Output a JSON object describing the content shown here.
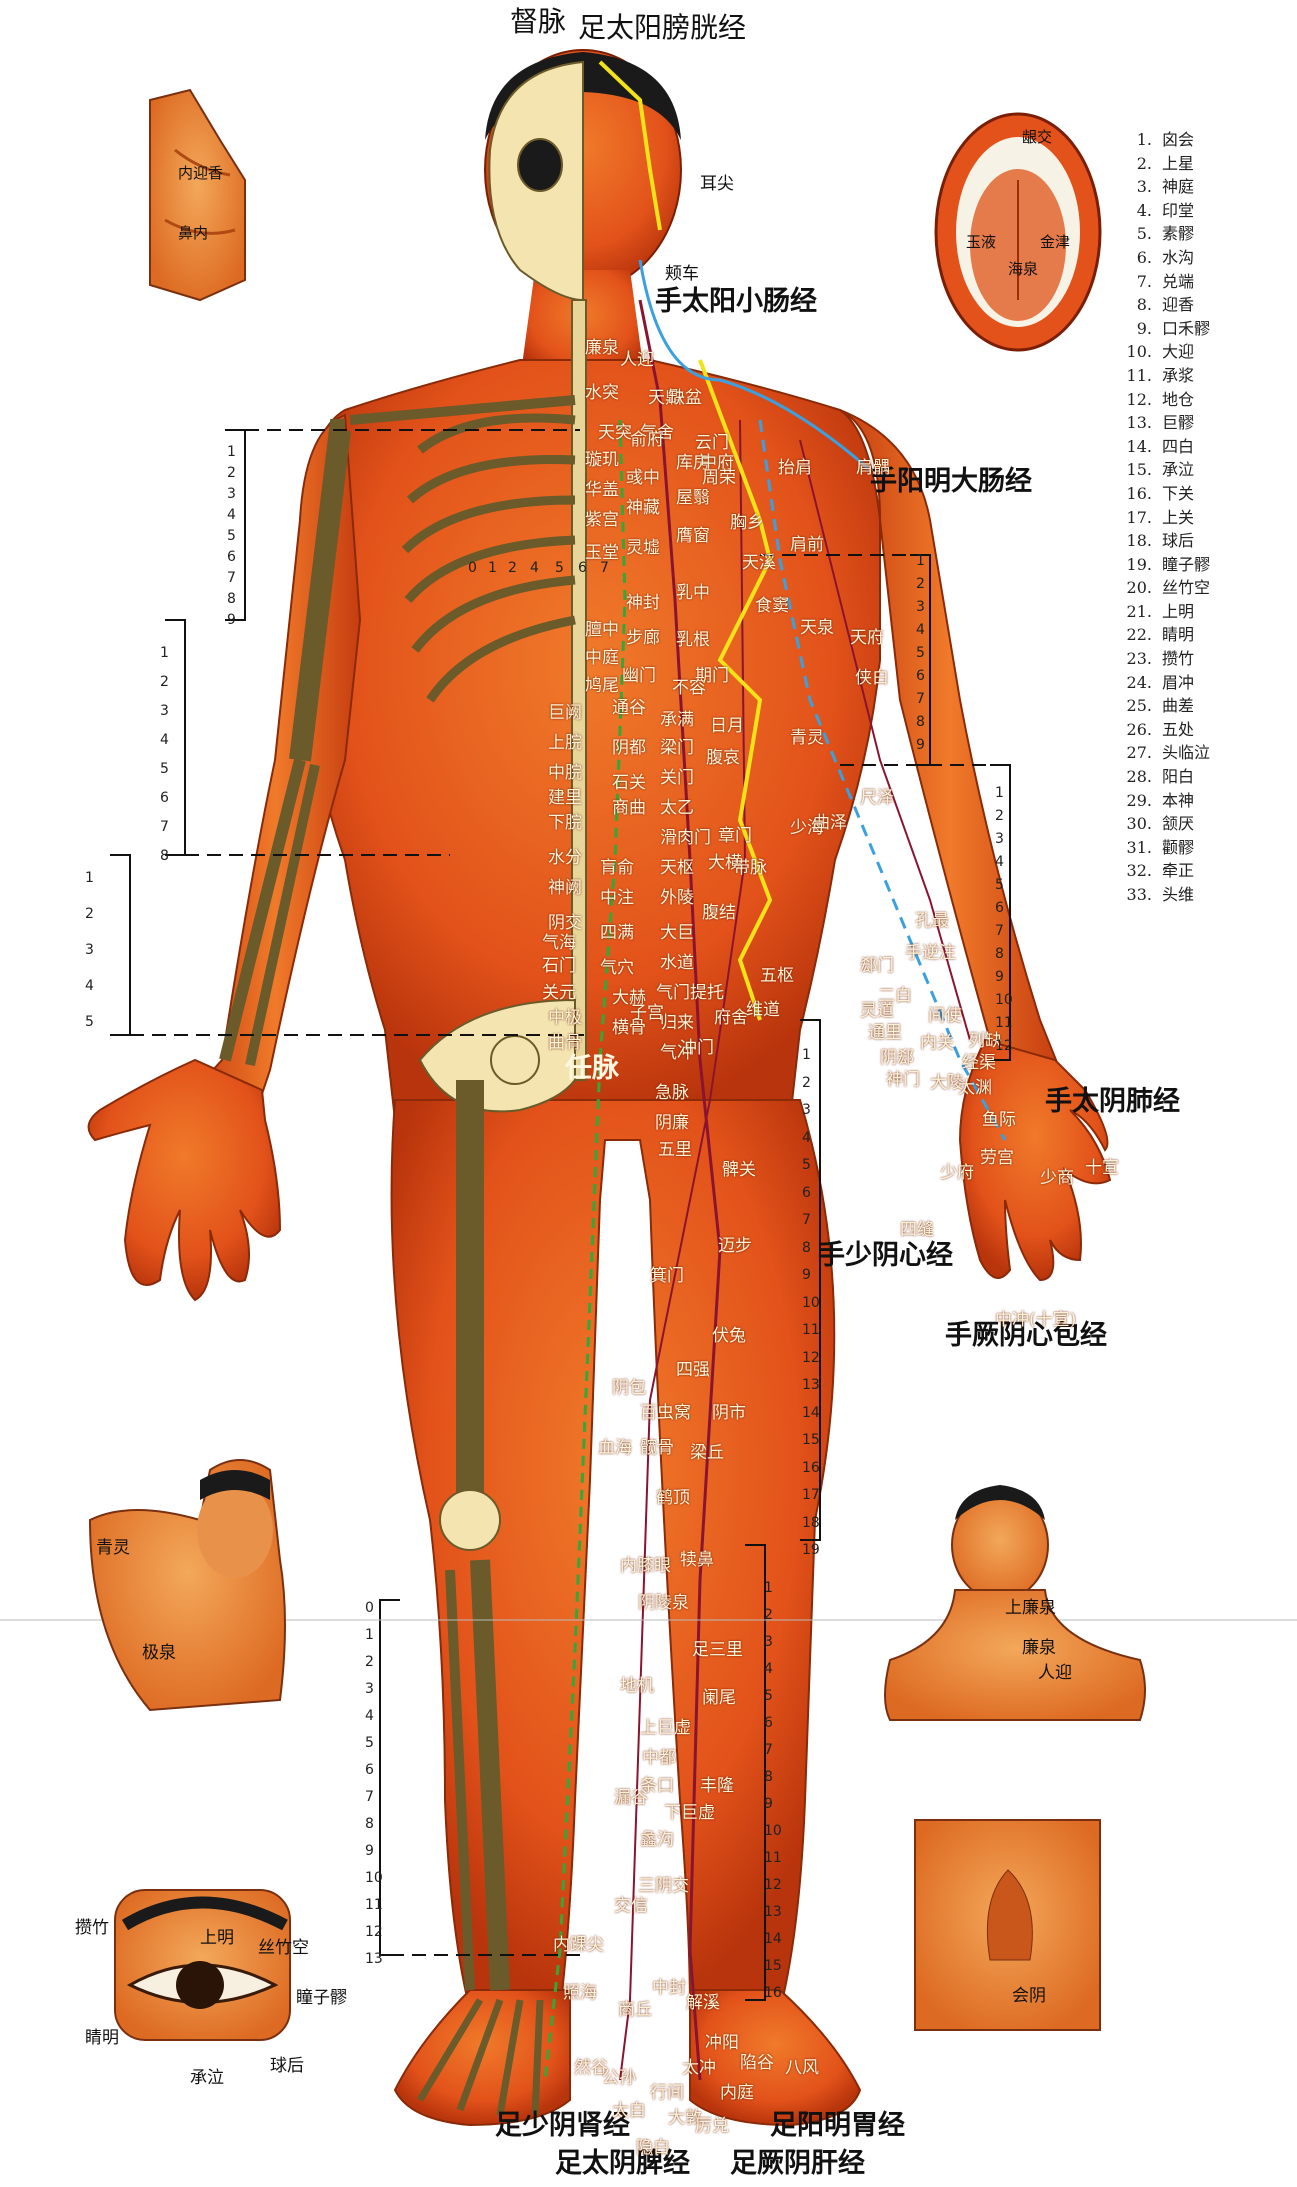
{
  "top_labels": {
    "du": "督脉",
    "bladder": "足太阳膀胱经"
  },
  "meridians": {
    "small_intestine": "手太阳小肠经",
    "large_intestine": "手阳明大肠经",
    "lung": "手太阴肺经",
    "heart": "手少阴心经",
    "pericardium": "手厥阴心包经",
    "ren": "任脉",
    "kidney": "足少阴肾经",
    "stomach": "足阳明胃经",
    "spleen": "足太阴脾经",
    "liver": "足厥阴肝经"
  },
  "legend": [
    "囟会",
    "上星",
    "神庭",
    "印堂",
    "素髎",
    "水沟",
    "兑端",
    "迎香",
    "口禾髎",
    "大迎",
    "承浆",
    "地仓",
    "巨髎",
    "四白",
    "承泣",
    "下关",
    "上关",
    "球后",
    "瞳子髎",
    "丝竹空",
    "上明",
    "睛明",
    "攒竹",
    "眉冲",
    "曲差",
    "五处",
    "头临泣",
    "阳白",
    "本神",
    "颔厌",
    "颧髎",
    "牵正",
    "头维"
  ],
  "face_points": [
    "耳尖",
    "颊车"
  ],
  "inset_points": {
    "nose": [
      "内迎香",
      "鼻内"
    ],
    "mouth": [
      "龈交",
      "玉液",
      "金津",
      "海泉"
    ],
    "armpit": [
      "青灵",
      "极泉"
    ],
    "neck": [
      "上廉泉",
      "廉泉",
      "人迎"
    ],
    "eye": [
      "攒竹",
      "上明",
      "丝竹空",
      "瞳子髎",
      "睛明",
      "承泣",
      "球后"
    ],
    "perineum": [
      "会阴"
    ]
  },
  "chest_center_points": [
    "廉泉",
    "人迎",
    "水突",
    "天鼎",
    "缺盆",
    "天突",
    "气舍",
    "璇玑",
    "华盖",
    "紫宫",
    "玉堂",
    "膻中",
    "中庭",
    "鸠尾",
    "巨阙",
    "上脘",
    "中脘",
    "建里",
    "下脘",
    "水分",
    "神阙",
    "阴交",
    "气海",
    "石门",
    "关元",
    "中极",
    "曲骨"
  ],
  "torso_points": [
    "俞府",
    "彧中",
    "神藏",
    "灵墟",
    "神封",
    "步廊",
    "幽门",
    "通谷",
    "阴都",
    "石关",
    "商曲",
    "肓俞",
    "中注",
    "四满",
    "气穴",
    "大赫",
    "横骨",
    "库房",
    "屋翳",
    "膺窗",
    "乳中",
    "乳根",
    "不容",
    "承满",
    "梁门",
    "关门",
    "太乙",
    "滑肉门",
    "天枢",
    "外陵",
    "大巨",
    "水道",
    "归来",
    "气冲",
    "云门",
    "中府",
    "周荣",
    "胸乡",
    "天溪",
    "食窦",
    "期门",
    "日月",
    "腹哀",
    "大横",
    "腹结",
    "府舍",
    "冲门",
    "章门",
    "带脉",
    "五枢",
    "维道",
    "子宫",
    "提托",
    "气门",
    "急脉",
    "阴廉",
    "五里"
  ],
  "arm_points": [
    "肩髃",
    "抬肩",
    "肩前",
    "天泉",
    "天府",
    "侠白",
    "青灵",
    "尺泽",
    "曲泽",
    "少海",
    "孔最",
    "手逆注",
    "郄门",
    "二白",
    "间使",
    "内关",
    "列缺",
    "经渠",
    "灵道",
    "通里",
    "阴郄",
    "神门",
    "大陵",
    "太渊",
    "鱼际",
    "劳宫",
    "少府",
    "少商",
    "十宣",
    "四缝",
    "中冲(十宣)"
  ],
  "leg_points": [
    "髀关",
    "迈步",
    "箕门",
    "伏兔",
    "阴包",
    "四强",
    "百虫窝",
    "阴市",
    "血海",
    "髋骨",
    "梁丘",
    "鹤顶",
    "内膝眼",
    "犊鼻",
    "阴陵泉",
    "足三里",
    "地机",
    "阑尾",
    "上巨虚",
    "中都",
    "条口",
    "丰隆",
    "漏谷",
    "下巨虚",
    "蠡沟",
    "三阴交",
    "交信",
    "内踝尖",
    "照海",
    "中封",
    "解溪",
    "商丘",
    "然谷",
    "冲阳",
    "陷谷",
    "公孙",
    "太冲",
    "行间",
    "内庭",
    "太白",
    "隐白",
    "大敦",
    "厉兑",
    "八风"
  ],
  "scale_labels": {
    "chest_cols": [
      "0",
      "1",
      "2",
      "4",
      "5",
      "6",
      "7"
    ],
    "upper_left": [
      "1",
      "2",
      "3",
      "4",
      "5",
      "6",
      "7",
      "8",
      "9"
    ],
    "mid_left": [
      "1",
      "2",
      "3",
      "4",
      "5",
      "6",
      "7",
      "8"
    ],
    "lower_left": [
      "1",
      "2",
      "3",
      "4",
      "5"
    ],
    "upper_arm": [
      "1",
      "2",
      "3",
      "4",
      "5",
      "6",
      "7",
      "8",
      "9"
    ],
    "forearm": [
      "1",
      "2",
      "3",
      "4",
      "5",
      "6",
      "7",
      "8",
      "9",
      "10",
      "11",
      "12"
    ],
    "thigh": [
      "1",
      "2",
      "3",
      "4",
      "5",
      "6",
      "7",
      "8",
      "9",
      "10",
      "11",
      "12",
      "13",
      "14",
      "15",
      "16",
      "17",
      "18",
      "19"
    ],
    "shin_left": [
      "0",
      "1",
      "2",
      "3",
      "4",
      "5",
      "6",
      "7",
      "8",
      "9",
      "10",
      "11",
      "12",
      "13"
    ],
    "shin_right": [
      "1",
      "2",
      "3",
      "4",
      "5",
      "6",
      "7",
      "8",
      "9",
      "10",
      "11",
      "12",
      "13",
      "14",
      "15",
      "16"
    ]
  },
  "colors": {
    "skin": "#e2521a",
    "skin_dark": "#b8340c",
    "bone": "#f3e4b0",
    "kidney": "#33a836",
    "stomach": "#8a1430",
    "bladder": "#f2e21a",
    "lung": "#3aa0e0"
  }
}
